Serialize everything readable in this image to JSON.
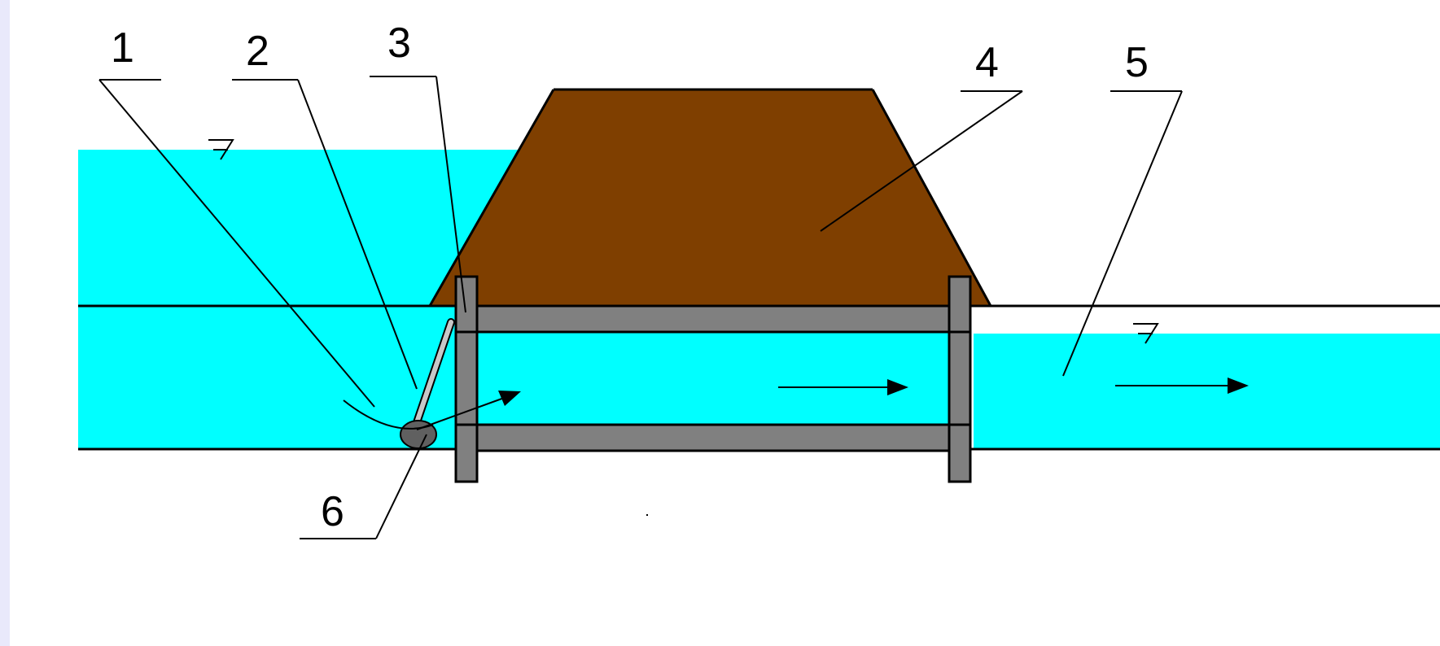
{
  "diagram": {
    "labels": {
      "l1": "1",
      "l2": "2",
      "l3": "3",
      "l4": "4",
      "l5": "5",
      "l6": "6"
    },
    "colors": {
      "water": "#00ffff",
      "embankment": "#7f3f00",
      "pipe": "#808080",
      "gate_ball": "#606060",
      "line": "#000000"
    }
  }
}
